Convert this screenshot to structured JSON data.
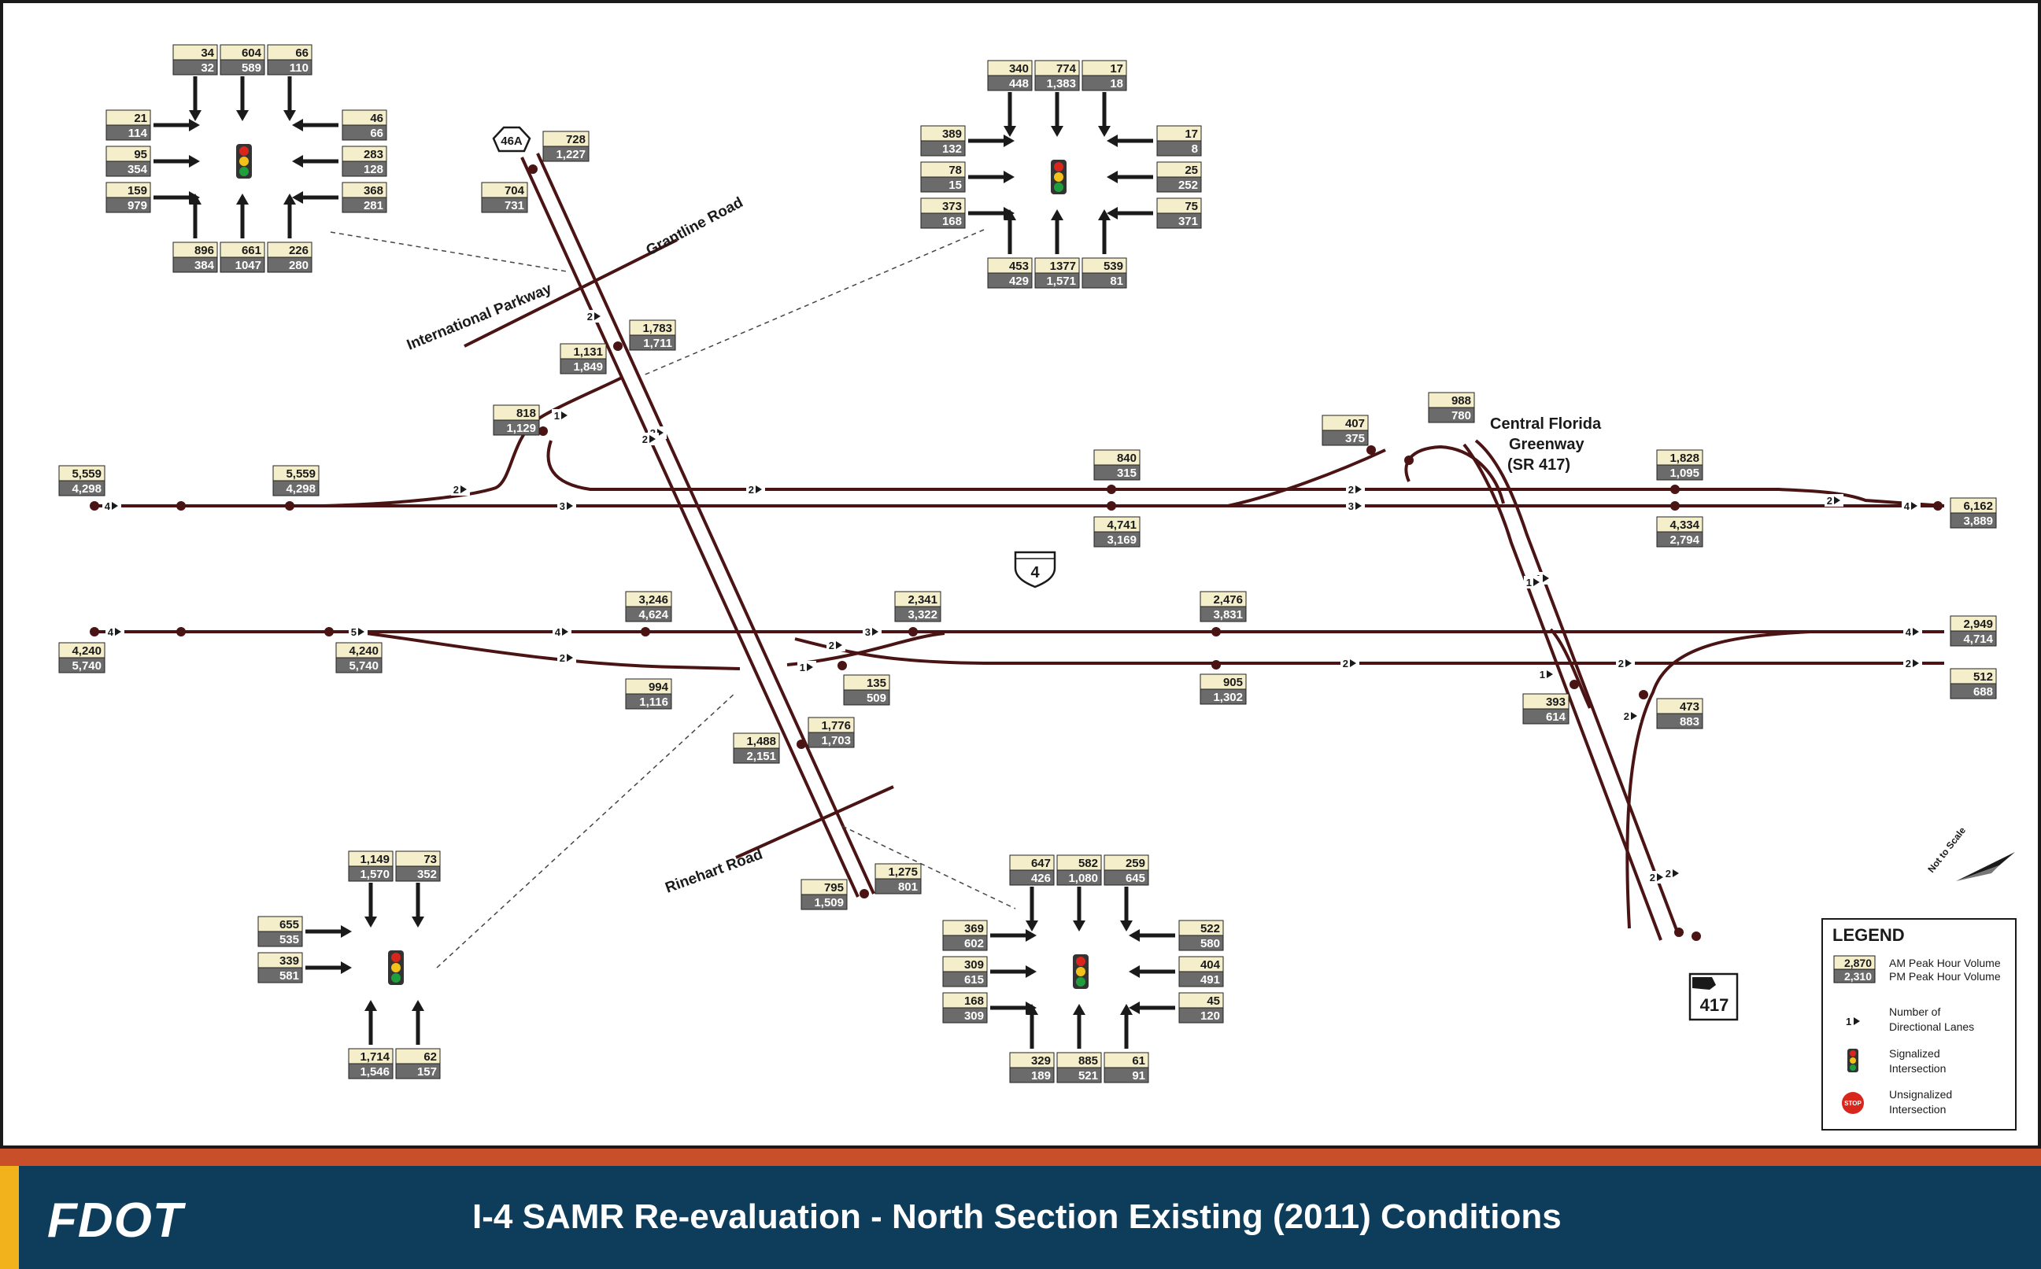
{
  "title": "I-4 SAMR Re-evaluation - North Section Existing (2011) Conditions",
  "logo": "FDOT",
  "colors": {
    "road": "#4a1414",
    "am_box": "#f4eecb",
    "pm_box": "#6b6b6b",
    "footer": "#0e3d5c",
    "orange": "#c84f2a",
    "gold": "#f2b21b"
  },
  "roads": {
    "international": "International Parkway",
    "grantline": "Grantline Road",
    "rinehart": "Rinehart Road",
    "cfg1": "Central Florida",
    "cfg2": "Greenway",
    "cfg3": "(SR 417)",
    "sr46a": "46A",
    "i4": "4",
    "sr417": "417",
    "not_to_scale": "Not to Scale"
  },
  "legend": {
    "title": "LEGEND",
    "am_sample": "2,870",
    "pm_sample": "2,310",
    "am_label": "AM Peak Hour Volume",
    "pm_label": "PM Peak Hour Volume",
    "lanes_sample": "1",
    "lanes_label1": "Number of",
    "lanes_label2": "Directional Lanes",
    "signal_label1": "Signalized",
    "signal_label2": "Intersection",
    "stop_sample": "STOP",
    "unsig_label1": "Unsignalized",
    "unsig_label2": "Intersection"
  },
  "volumes": [
    {
      "id": "v46a-n",
      "am": "728",
      "pm": "1,227"
    },
    {
      "id": "v46a-s",
      "am": "704",
      "pm": "731"
    },
    {
      "id": "vint-ne",
      "am": "1,783",
      "pm": "1,711"
    },
    {
      "id": "vint-nw",
      "am": "1,131",
      "pm": "1,849"
    },
    {
      "id": "vramp-w",
      "am": "818",
      "pm": "1,129"
    },
    {
      "id": "vwb-1",
      "am": "5,559",
      "pm": "4,298"
    },
    {
      "id": "vwb-2",
      "am": "5,559",
      "pm": "4,298"
    },
    {
      "id": "vwb-3",
      "am": "840",
      "pm": "315"
    },
    {
      "id": "vwb-4",
      "am": "4,741",
      "pm": "3,169"
    },
    {
      "id": "vwb-5",
      "am": "407",
      "pm": "375"
    },
    {
      "id": "vwb-6",
      "am": "988",
      "pm": "780"
    },
    {
      "id": "vwb-7",
      "am": "1,828",
      "pm": "1,095"
    },
    {
      "id": "vwb-8",
      "am": "4,334",
      "pm": "2,794"
    },
    {
      "id": "vwb-9",
      "am": "6,162",
      "pm": "3,889"
    },
    {
      "id": "veb-1",
      "am": "4,240",
      "pm": "5,740"
    },
    {
      "id": "veb-2",
      "am": "4,240",
      "pm": "5,740"
    },
    {
      "id": "veb-3",
      "am": "3,246",
      "pm": "4,624"
    },
    {
      "id": "veb-4",
      "am": "2,341",
      "pm": "3,322"
    },
    {
      "id": "veb-5",
      "am": "2,476",
      "pm": "3,831"
    },
    {
      "id": "veb-6",
      "am": "2,949",
      "pm": "4,714"
    },
    {
      "id": "veb-7",
      "am": "994",
      "pm": "1,116"
    },
    {
      "id": "veb-8",
      "am": "135",
      "pm": "509"
    },
    {
      "id": "veb-9",
      "am": "905",
      "pm": "1,302"
    },
    {
      "id": "veb-10",
      "am": "512",
      "pm": "688"
    },
    {
      "id": "v417-1",
      "am": "393",
      "pm": "614"
    },
    {
      "id": "v417-2",
      "am": "473",
      "pm": "883"
    },
    {
      "id": "vsouth-1",
      "am": "1,488",
      "pm": "2,151"
    },
    {
      "id": "vsouth-2",
      "am": "1,776",
      "pm": "1,703"
    },
    {
      "id": "vsouth-3",
      "am": "795",
      "pm": "1,509"
    },
    {
      "id": "vsouth-4",
      "am": "1,275",
      "pm": "801"
    }
  ],
  "intersections": [
    {
      "id": "int-tl",
      "n": [
        {
          "am": "34",
          "pm": "32"
        },
        {
          "am": "604",
          "pm": "589"
        },
        {
          "am": "66",
          "pm": "110"
        }
      ],
      "s": [
        {
          "am": "896",
          "pm": "384"
        },
        {
          "am": "661",
          "pm": "1047"
        },
        {
          "am": "226",
          "pm": "280"
        }
      ],
      "w": [
        {
          "am": "21",
          "pm": "114"
        },
        {
          "am": "95",
          "pm": "354"
        },
        {
          "am": "159",
          "pm": "979"
        }
      ],
      "e": [
        {
          "am": "46",
          "pm": "66"
        },
        {
          "am": "283",
          "pm": "128"
        },
        {
          "am": "368",
          "pm": "281"
        }
      ]
    },
    {
      "id": "int-tr",
      "n": [
        {
          "am": "340",
          "pm": "448"
        },
        {
          "am": "774",
          "pm": "1,383"
        },
        {
          "am": "17",
          "pm": "18"
        }
      ],
      "s": [
        {
          "am": "453",
          "pm": "429"
        },
        {
          "am": "1377",
          "pm": "1,571"
        },
        {
          "am": "539",
          "pm": "81"
        }
      ],
      "w": [
        {
          "am": "389",
          "pm": "132"
        },
        {
          "am": "78",
          "pm": "15"
        },
        {
          "am": "373",
          "pm": "168"
        }
      ],
      "e": [
        {
          "am": "17",
          "pm": "8"
        },
        {
          "am": "25",
          "pm": "252"
        },
        {
          "am": "75",
          "pm": "371"
        }
      ]
    },
    {
      "id": "int-bl",
      "n": [
        {
          "am": "1,149",
          "pm": "1,570"
        },
        {
          "am": "73",
          "pm": "352"
        }
      ],
      "s": [
        {
          "am": "1,714",
          "pm": "1,546"
        },
        {
          "am": "62",
          "pm": "157"
        }
      ],
      "w": [
        {
          "am": "655",
          "pm": "535"
        },
        {
          "am": "339",
          "pm": "581"
        }
      ],
      "e": []
    },
    {
      "id": "int-br",
      "n": [
        {
          "am": "647",
          "pm": "426"
        },
        {
          "am": "582",
          "pm": "1,080"
        },
        {
          "am": "259",
          "pm": "645"
        }
      ],
      "s": [
        {
          "am": "329",
          "pm": "189"
        },
        {
          "am": "885",
          "pm": "521"
        },
        {
          "am": "61",
          "pm": "91"
        }
      ],
      "w": [
        {
          "am": "369",
          "pm": "602"
        },
        {
          "am": "309",
          "pm": "615"
        },
        {
          "am": "168",
          "pm": "309"
        }
      ],
      "e": [
        {
          "am": "522",
          "pm": "580"
        },
        {
          "am": "404",
          "pm": "491"
        },
        {
          "am": "45",
          "pm": "120"
        }
      ]
    }
  ],
  "lane_markers": [
    "4",
    "2",
    "3",
    "2",
    "3",
    "4",
    "2",
    "4",
    "3",
    "2",
    "1",
    "4",
    "5",
    "4",
    "3",
    "3",
    "4",
    "2",
    "2",
    "1",
    "2",
    "2",
    "2",
    "2",
    "2",
    "2",
    "1",
    "1",
    "2",
    "2",
    "1",
    "2"
  ]
}
